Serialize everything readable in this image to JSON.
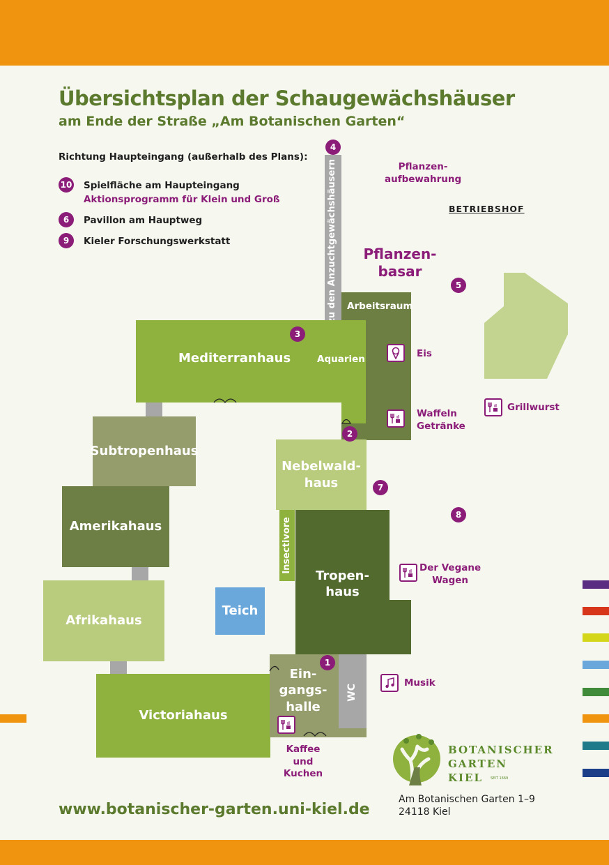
{
  "header": {
    "title": "Übersichtsplan der Schaugewächshäuser",
    "subtitle": "am Ende der Straße „Am Botanischen Garten“"
  },
  "legend": {
    "direction": "Richtung Haupteingang (außerhalb des Plans):",
    "items": [
      {
        "number": "10",
        "label": "Spielfläche am Haupteingang",
        "sublabel": "Aktionsprogramm für Klein und Groß"
      },
      {
        "number": "6",
        "label": "Pavillon am Hauptweg"
      },
      {
        "number": "9",
        "label": "Kieler Forschungswerkstatt"
      }
    ]
  },
  "map": {
    "houses": {
      "mediterranhaus": "Mediterranhaus",
      "aquarien": "Aquarien",
      "arbeitsraum": "Arbeitsraum",
      "subtropenhaus": "Subtropenhaus",
      "nebelwaldhaus": [
        "Nebelwald-",
        "haus"
      ],
      "amerikahaus": "Amerikahaus",
      "insectivore": "Insectivore",
      "tropenhaus": [
        "Tropen-",
        "haus"
      ],
      "afrikahaus": "Afrikahaus",
      "teich": "Teich",
      "victoriahaus": "Victoriahaus",
      "eingangshalle": [
        "Ein-",
        "gangs-",
        "halle"
      ],
      "wc": "WC"
    },
    "path_label": "zu den Anzuchtgewächshäusern",
    "pflanzenaufbewahrung": [
      "Pflanzen-",
      "aufbewahrung"
    ],
    "betriebshof": "BETRIEBSHOF",
    "pflanzenbasar": [
      "Pflanzen-",
      "basar"
    ],
    "markers": [
      "1",
      "2",
      "3",
      "4",
      "5",
      "7",
      "8"
    ],
    "amenities": {
      "eis": "Eis",
      "waffeln": [
        "Waffeln",
        "Getränke"
      ],
      "grillwurst": "Grillwurst",
      "vegane_wagen": [
        "Der Vegane",
        "Wagen"
      ],
      "musik": "Musik",
      "kaffee": [
        "Kaffee und",
        "Kuchen"
      ]
    },
    "icons": [
      "ice-cream-icon",
      "food-drink-icon",
      "music-note-icon",
      "door-icon"
    ]
  },
  "footer": {
    "url": "www.botanischer-garten.uni-kiel.de",
    "address": [
      "Am Botanischen Garten 1–9",
      "24118 Kiel"
    ],
    "logo": {
      "line1": "BOTANISCHER",
      "line2": "GARTEN",
      "line3": "KIEL",
      "since": "SEIT 1669"
    }
  },
  "colors": {
    "orange_bar": "#f0930e",
    "title_green": "#5c7a2e",
    "purple": "#8b1d79",
    "mediterran_green": "#8fb23e",
    "subtropen": "#949d6b",
    "amerika": "#6e7f45",
    "afrika": "#b9cb7c",
    "victoria": "#8fb23e",
    "tropen": "#526a2e",
    "arbeitsraum": "#6d7f42",
    "nebelwald": "#b9cb7c",
    "teich": "#6aa8db",
    "path_grey": "#a7a7a7",
    "betriebshof_area": "#c3d491",
    "stripes": [
      "#5a2d82",
      "#d8361b",
      "#d4d61a",
      "#6aa8db",
      "#3f8b3a",
      "#f0930e",
      "#1f7b89",
      "#1c3d87"
    ]
  }
}
